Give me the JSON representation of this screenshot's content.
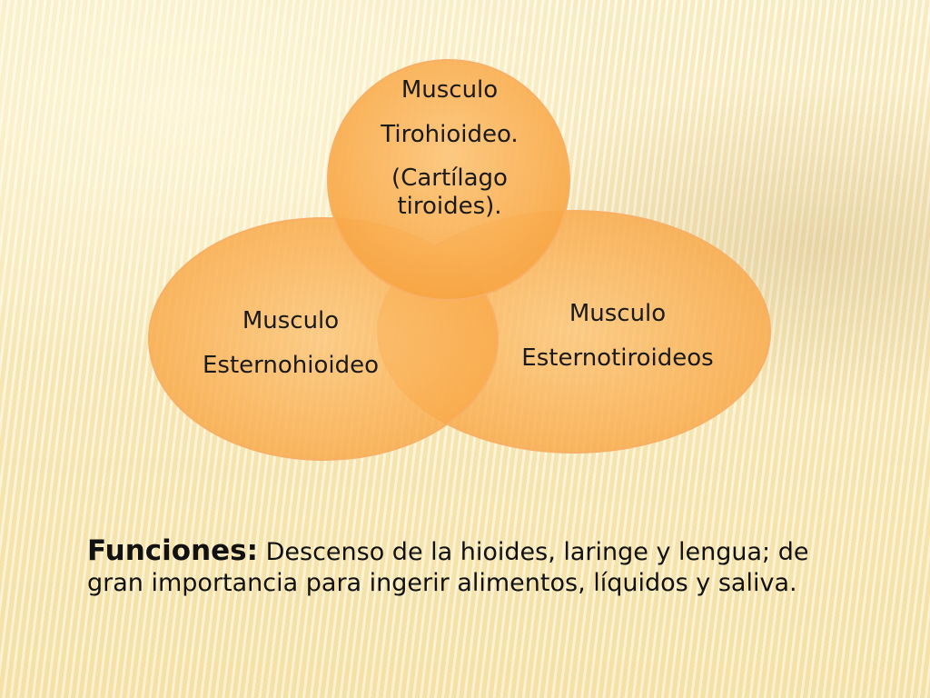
{
  "diagram": {
    "circles": [
      {
        "id": "top",
        "lines": [
          "Musculo",
          "Tirohioideo.",
          "(Cartílago",
          "tiroides)."
        ]
      },
      {
        "id": "left",
        "lines": [
          "Musculo",
          "Esternohioideo"
        ]
      },
      {
        "id": "right",
        "lines": [
          "Musculo",
          "Esternotiroideos"
        ]
      }
    ],
    "colors": {
      "fill": "#f8a542",
      "fill_light": "#fcc57a",
      "outline": "#f7b066"
    }
  },
  "functions": {
    "heading": "Funciones:",
    "body": " Descenso de la hioides, laringe y lengua; de gran importancia para ingerir alimentos, líquidos y saliva."
  }
}
